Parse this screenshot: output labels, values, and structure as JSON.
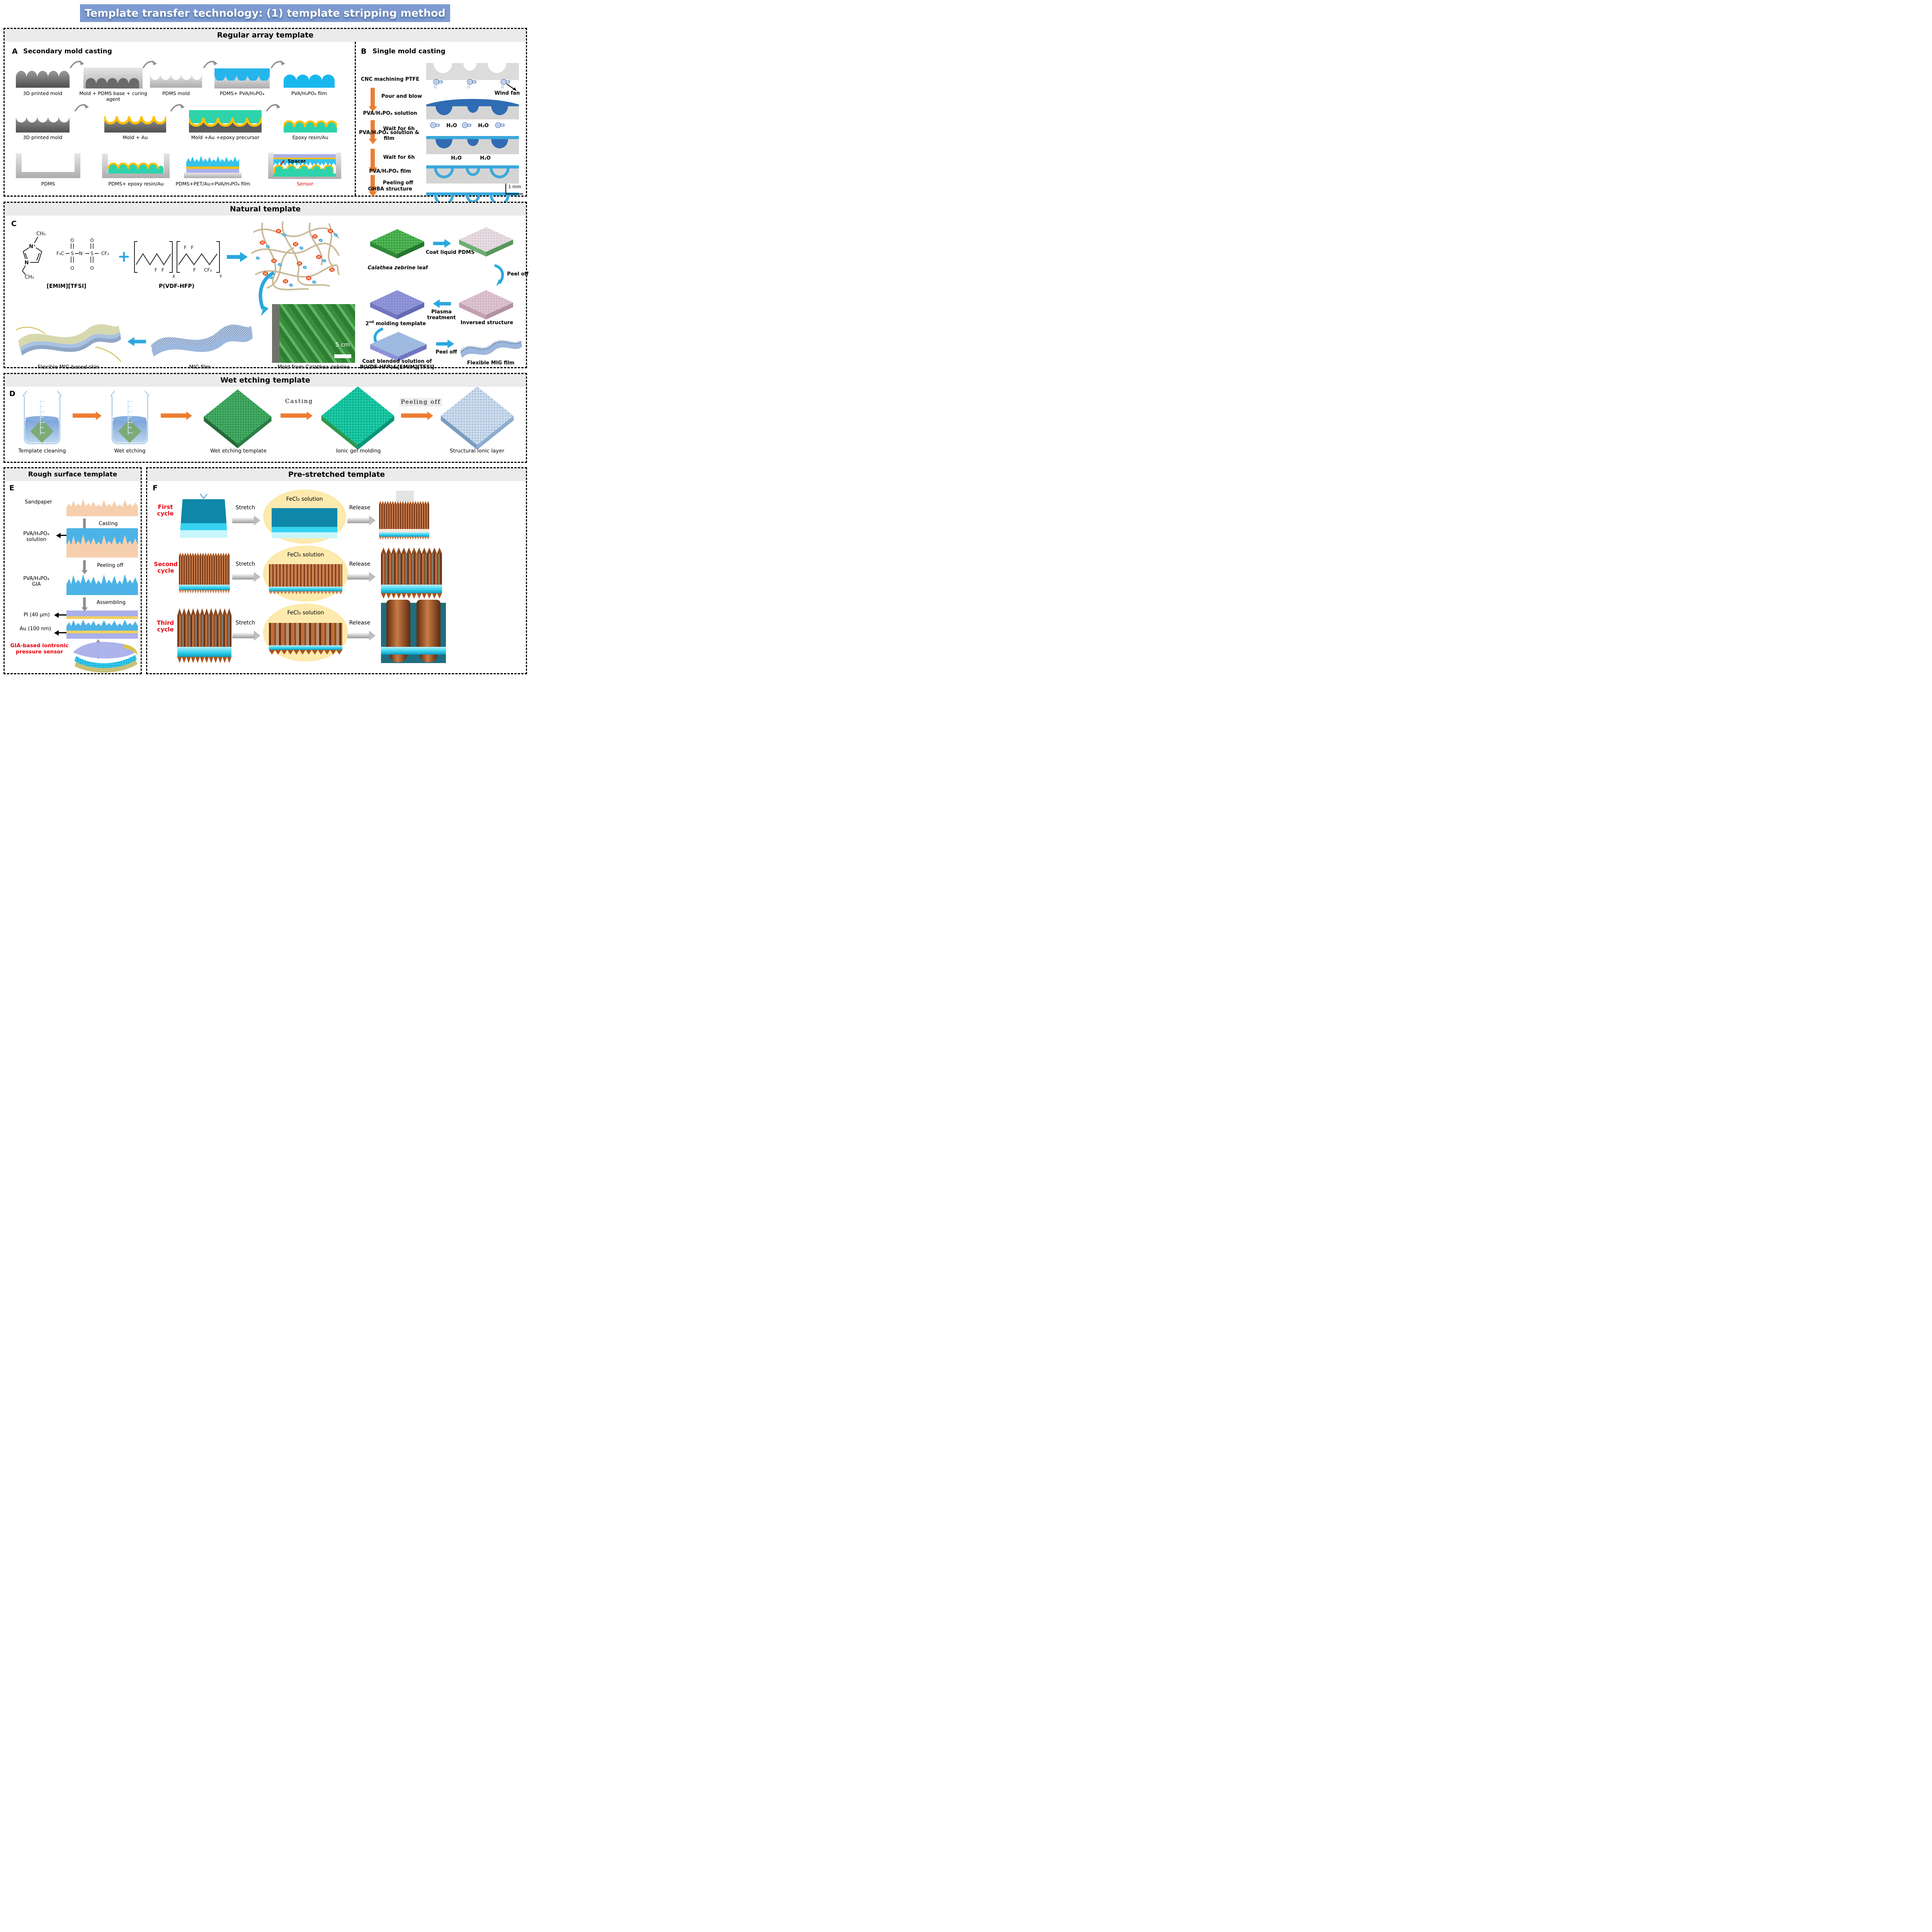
{
  "title": "Template transfer technology: (1) template stripping method",
  "colors": {
    "banner": "#7d9bd1",
    "orange": "#ed7d31",
    "blue": "#29a8e0",
    "red": "#e8000d",
    "gold": "#ffc107",
    "teal": "#2ed3ab",
    "copper": "#b4643c"
  },
  "regular": {
    "header": "Regular array template",
    "a_id": "A",
    "a_title": "Secondary mold casting",
    "row1": [
      "3D printed mold",
      "Mold + PDMS base + curing agent",
      "PDMS mold",
      "PDMS+ PVA/H₃PO₄",
      "PVA/H₃PO₄ film"
    ],
    "row2": [
      "3D printed mold",
      "Mold + Au",
      "Mold +Au +epoxy precursor",
      "Epoxy resin/Au"
    ],
    "row3": [
      "PDMS",
      "PDMS+ epoxy resin/Au",
      "PDMS+PET/Au+PVA/H₃PO₄ film",
      "Sensor"
    ],
    "spacer": "Spacer",
    "b_id": "B",
    "b_title": "Single mold casting",
    "b_step1": "CNC machining PTFE",
    "b_arrow1": "Pour and blow",
    "b_windfan": "Wind fan",
    "b_step2": "PVA/H₃PO₄ solution",
    "b_arrow2": "Wait for 6h",
    "b_h2o": "H₂O",
    "b_step3": "PVA/H₃PO₄ solution & film",
    "b_arrow3": "Wait for 6h",
    "b_step4": "PVA/H₃PO₄ film",
    "b_arrow4": "Peeling off",
    "b_step5": "GHBA structure",
    "b_scale": "1 mm"
  },
  "natural": {
    "header": "Natural template",
    "id": "C",
    "emim": "[EMIM][TFSI]",
    "pvdf": "P(VDF-HFP)",
    "plus": "+",
    "atoms": {
      "ch3a": "CH₃",
      "ch3b": "CH₃",
      "np": "N⁺",
      "n": "N",
      "f3c": "F₃C",
      "s1": "S",
      "nm": "N⁻",
      "s2": "S",
      "cf3": "CF₃",
      "o": "O",
      "f": "F",
      "x": "X",
      "y": "Y"
    },
    "leaf_species": "Calathea zebrine",
    "leaf_rest": " leaf",
    "coat_pdms": "Coat liquid PDMS",
    "peel1": "Peel off",
    "inversed": "Inversed structure",
    "plasma1": "Plasma",
    "plasma2": "treatment",
    "second_num": "2",
    "second_sup": "nd",
    "second_rest": " molding template",
    "blend1": "Coat blended solution of",
    "blend2": "P(VDF-HFP)&[EMIM][TFSI]",
    "peel2": "Peel off",
    "flex_film": "Flexible MIG film",
    "skin": "Flexible MIG-based skin",
    "mig": "MIG film",
    "mold_from": "Mold from ",
    "mold_species": "Calathea zebrine",
    "photo_scale": "5 cm"
  },
  "wet": {
    "header": "Wet etching template",
    "id": "D",
    "s1": "Template cleaning",
    "s2": "Wet etching",
    "s3": "Wet etching template",
    "casting": "Casting",
    "s4": "Ionic gel molding",
    "peeling": "Peeling off",
    "s5": "Structural ionic layer"
  },
  "rough": {
    "header": "Rough surface template",
    "id": "E",
    "sandpaper": "Sandpaper",
    "casting": "Casting",
    "pva1": "PVA/H₃PO₄",
    "pva2": "solution",
    "peeling": "Peeling off",
    "gia1": "PVA/H₃PO₄",
    "gia2": "GIA",
    "assembling": "Assembling",
    "pi": "PI (40 μm)",
    "au": "Au (100 nm)",
    "sensor1": "GIA-based iontronic",
    "sensor2": "pressure sensor"
  },
  "pre": {
    "header": "Pre-stretched template",
    "id": "F",
    "rows": [
      {
        "c1": "First",
        "c2": "cycle",
        "stretch": "Stretch",
        "fecl3": "FeCl₃ solution",
        "release": "Release"
      },
      {
        "c1": "Second",
        "c2": "cycle",
        "stretch": "Stretch",
        "fecl3": "FeCl₃ solution",
        "release": "Release"
      },
      {
        "c1": "Third",
        "c2": "cycle",
        "stretch": "Stretch",
        "fecl3": "FeCl₃ solution",
        "release": "Release"
      }
    ]
  }
}
